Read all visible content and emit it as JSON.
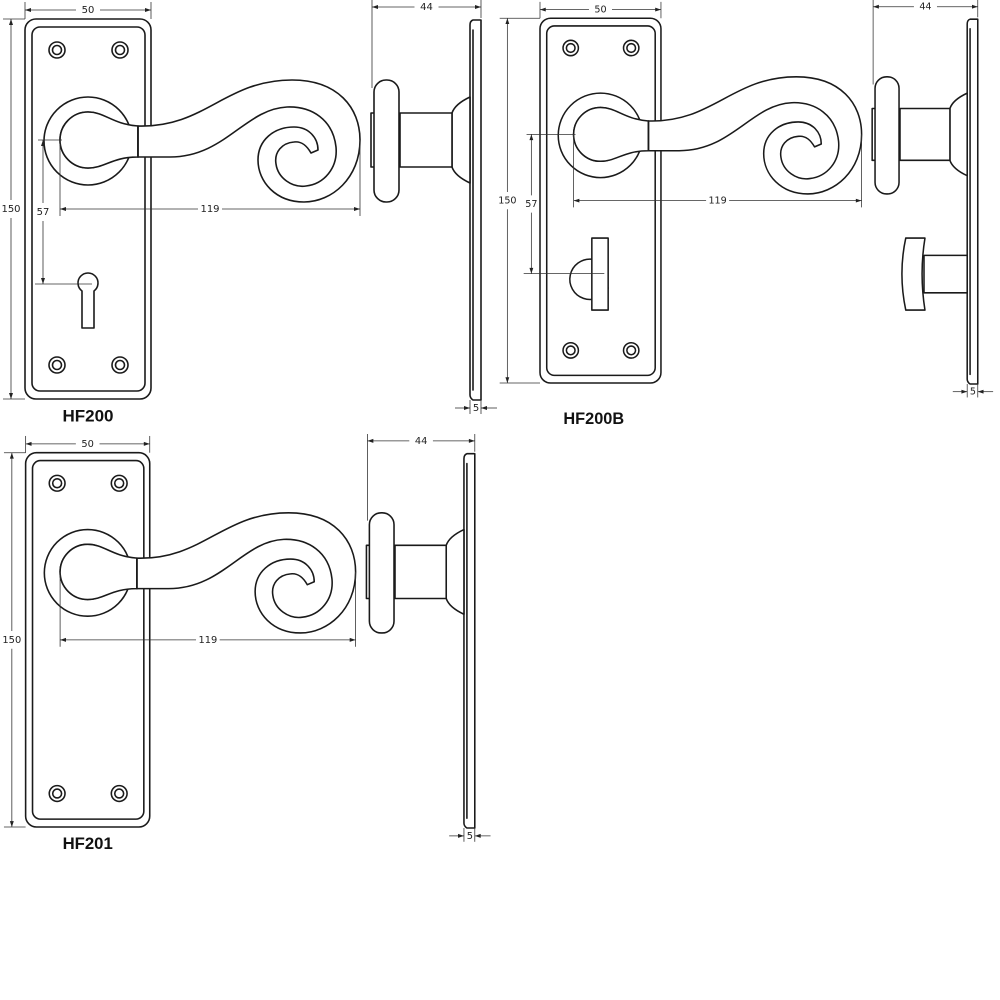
{
  "drawings": [
    {
      "label": "HF200",
      "variant": "keyhole",
      "dimensions": {
        "backplate_width": "50",
        "backplate_height": "150",
        "lever_length": "119",
        "centres": "57",
        "projection": "44",
        "plate_thickness": "5"
      }
    },
    {
      "label": "HF200B",
      "variant": "thumbturn",
      "dimensions": {
        "backplate_width": "50",
        "backplate_height": "150",
        "lever_length": "119",
        "centres": "57",
        "projection": "44",
        "plate_thickness": "5"
      }
    },
    {
      "label": "HF201",
      "variant": "plain",
      "dimensions": {
        "backplate_width": "50",
        "backplate_height": "150",
        "lever_length": "119",
        "projection": "44",
        "plate_thickness": "5"
      }
    }
  ],
  "colors": {
    "line": "#1a1a1a",
    "background": "#ffffff"
  }
}
